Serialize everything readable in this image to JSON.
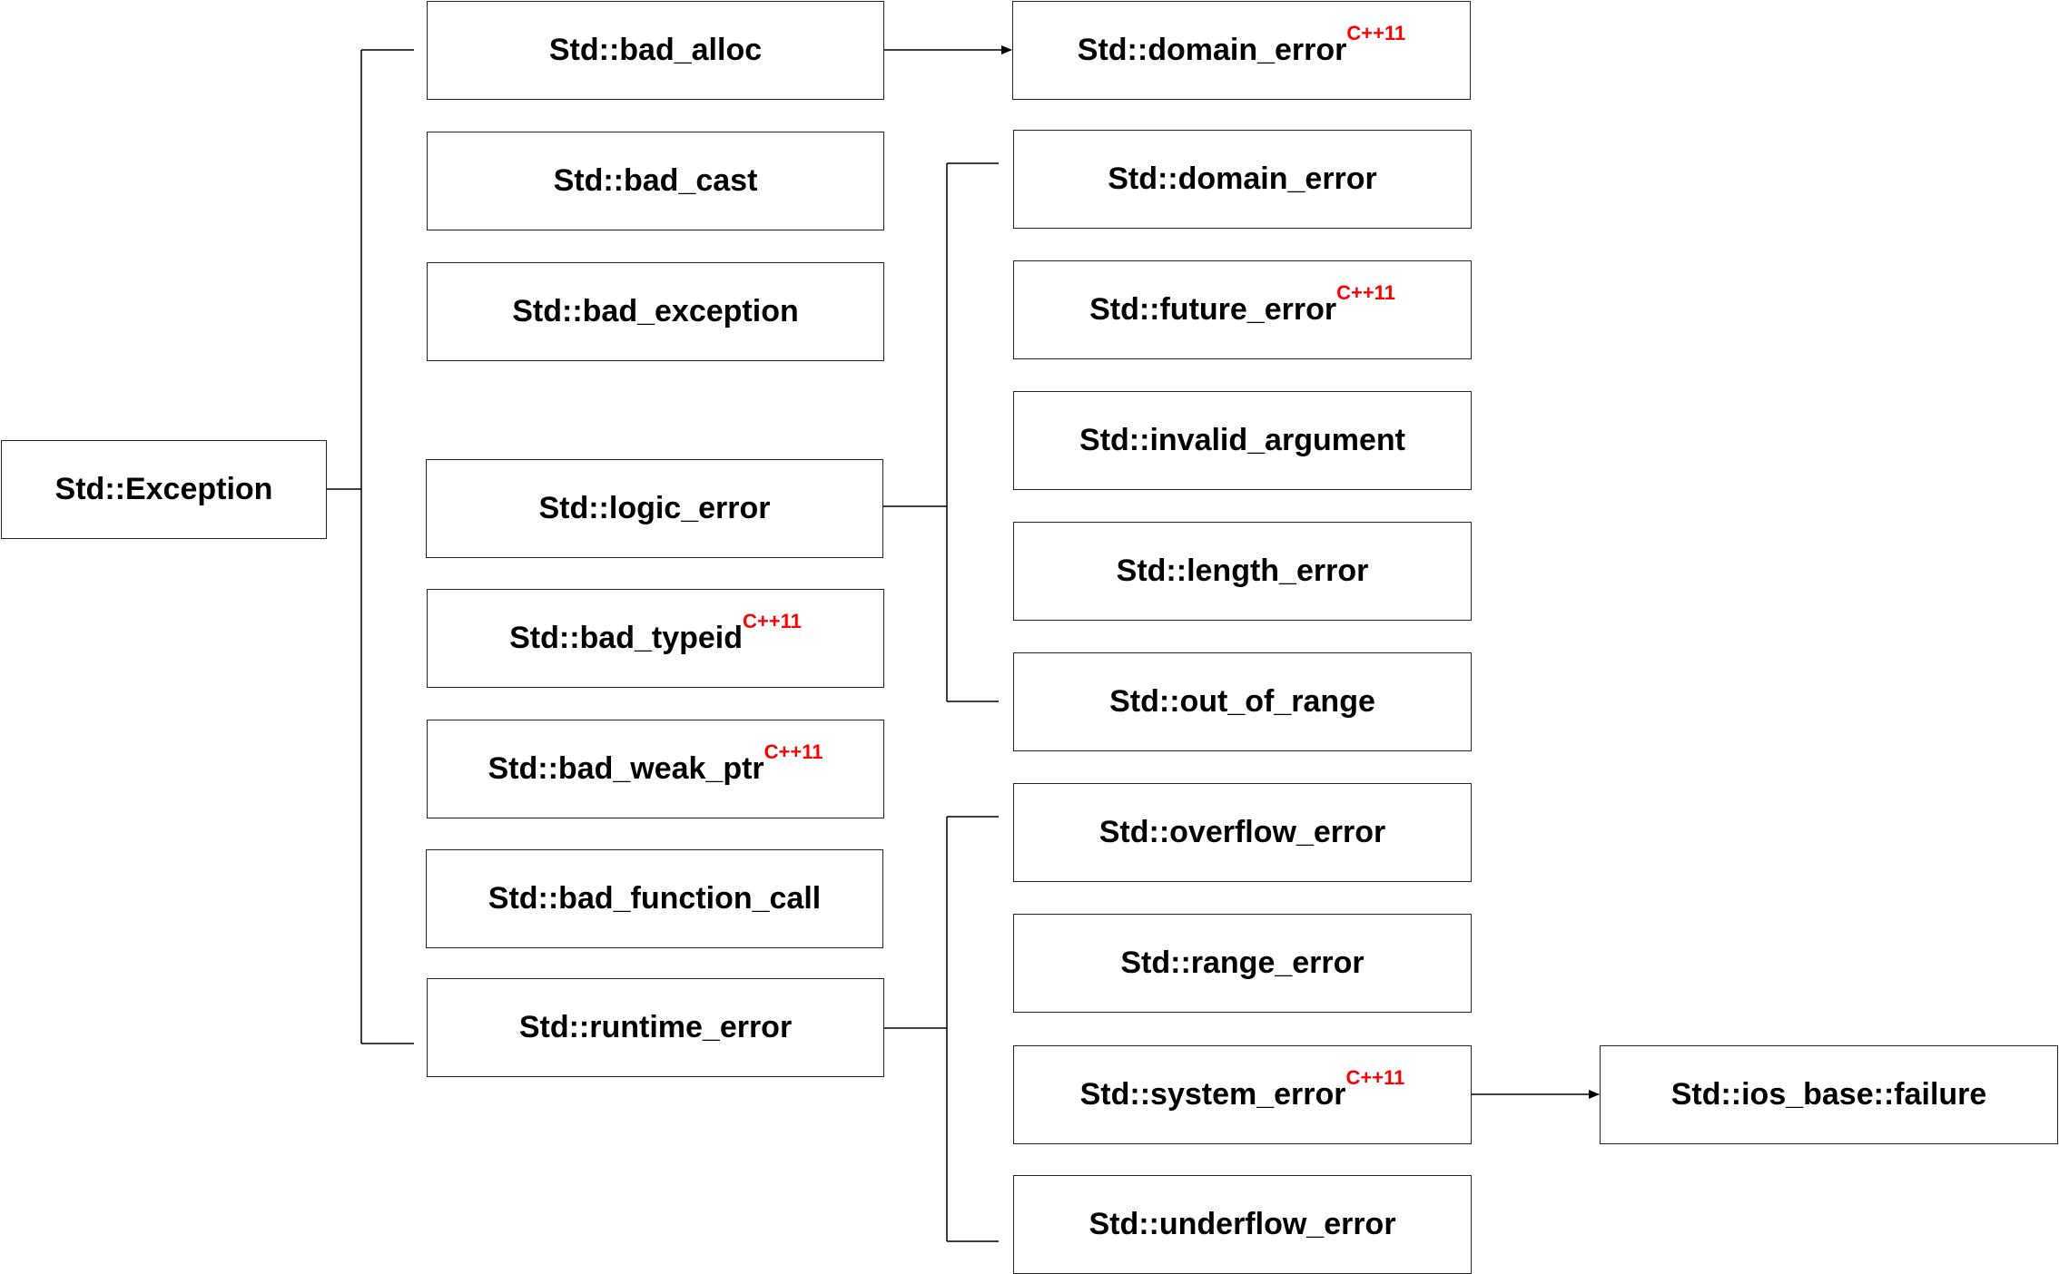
{
  "colors": {
    "border": "#222222",
    "line": "#000000",
    "text": "#000000",
    "version_tag": "#ff0000"
  },
  "nodes": {
    "exception": {
      "label": "Std::Exception"
    },
    "bad_alloc": {
      "label": "Std::bad_alloc"
    },
    "bad_cast": {
      "label": "Std::bad_cast"
    },
    "bad_exception": {
      "label": "Std::bad_exception"
    },
    "logic_error": {
      "label": "Std::logic_error"
    },
    "bad_typeid": {
      "label": "Std::bad_typeid",
      "tag": "C++11"
    },
    "bad_weak_ptr": {
      "label": "Std::bad_weak_ptr",
      "tag": "C++11"
    },
    "bad_function_call": {
      "label": "Std::bad_function_call"
    },
    "runtime_error": {
      "label": "Std::runtime_error"
    },
    "domain_error_cpp11": {
      "label": "Std::domain_error",
      "tag": "C++11"
    },
    "domain_error": {
      "label": "Std::domain_error"
    },
    "future_error": {
      "label": "Std::future_error",
      "tag": "C++11"
    },
    "invalid_argument": {
      "label": "Std::invalid_argument"
    },
    "length_error": {
      "label": "Std::length_error"
    },
    "out_of_range": {
      "label": "Std::out_of_range"
    },
    "overflow_error": {
      "label": "Std::overflow_error"
    },
    "range_error": {
      "label": "Std::range_error"
    },
    "system_error": {
      "label": "Std::system_error",
      "tag": "C++11"
    },
    "underflow_error": {
      "label": "Std::underflow_error"
    },
    "ios_base_failure": {
      "label": "Std::ios_base::failure"
    }
  },
  "edges": [
    {
      "from": "exception",
      "to": [
        "bad_alloc",
        "bad_cast",
        "bad_exception",
        "logic_error",
        "bad_typeid",
        "bad_weak_ptr",
        "bad_function_call",
        "runtime_error"
      ],
      "kind": "bracket"
    },
    {
      "from": "logic_error",
      "to": [
        "domain_error",
        "future_error",
        "invalid_argument",
        "length_error",
        "out_of_range"
      ],
      "kind": "bracket"
    },
    {
      "from": "runtime_error",
      "to": [
        "overflow_error",
        "range_error",
        "system_error",
        "underflow_error"
      ],
      "kind": "bracket"
    },
    {
      "from": "bad_alloc",
      "to": [
        "domain_error_cpp11"
      ],
      "kind": "arrow"
    },
    {
      "from": "system_error",
      "to": [
        "ios_base_failure"
      ],
      "kind": "arrow"
    }
  ]
}
